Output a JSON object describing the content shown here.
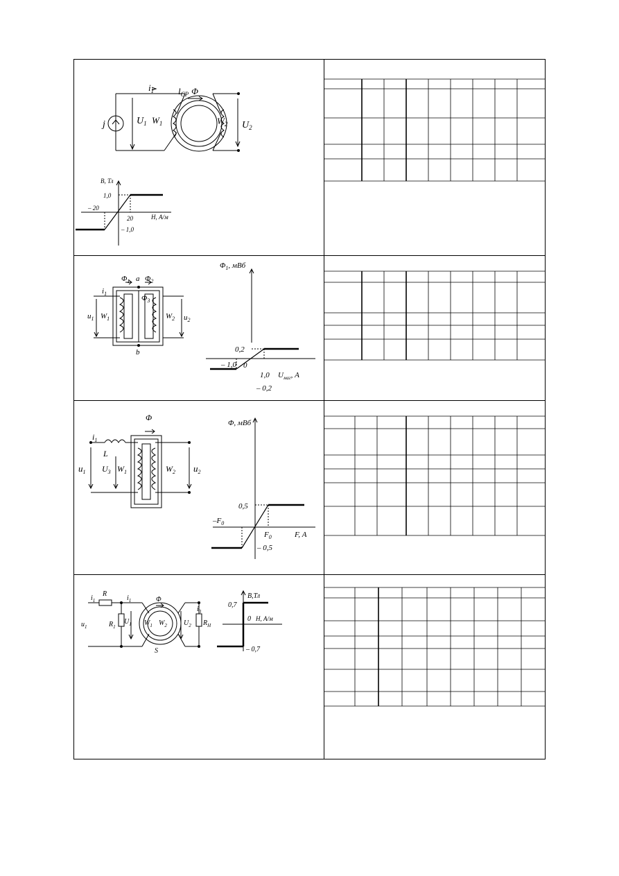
{
  "variants": [
    {
      "id": "variant-1",
      "labels": {
        "i1": "i",
        "i1_sub": "1",
        "lcp": "l",
        "lcp_sub": "CP",
        "phi": "Φ",
        "j": "j",
        "U1": "U",
        "U1_sub": "1",
        "W1": "W",
        "W1_sub": "1",
        "W2": "W",
        "W2_sub": "2",
        "U2": "U",
        "U2_sub": "2"
      },
      "graph": {
        "y_axis_label": "B, Тл",
        "x_axis_label": "H, А/м",
        "y_pos": "1,0",
        "y_neg": "– 1,0",
        "x_neg": "– 20",
        "x_pos": "20"
      }
    },
    {
      "id": "variant-2",
      "labels": {
        "phi1": "Φ",
        "phi1_sub": "1",
        "phi2": "Φ",
        "phi2_sub": "2",
        "phi3": "Φ",
        "phi3_sub": "3",
        "a": "a",
        "b": "b",
        "i1": "i",
        "i1_sub": "1",
        "u1": "u",
        "u1_sub": "1",
        "W1": "W",
        "W1_sub": "1",
        "W2": "W",
        "W2_sub": "2",
        "u2": "u",
        "u2_sub": "2"
      },
      "graph": {
        "y_axis_label": "Φ",
        "y_axis_label_sub": "1",
        "y_axis_label_unit": ", мВб",
        "x_axis_label": "U",
        "x_axis_label_sub": "маг",
        "x_axis_label_unit": ", А",
        "y_pos": "0,2",
        "y_neg": "– 0,2",
        "x_neg": "– 1,0",
        "x_pos": "1,0",
        "origin": "0"
      }
    },
    {
      "id": "variant-3",
      "labels": {
        "phi": "Φ",
        "i1": "i",
        "i1_sub": "1",
        "L": "L",
        "u1": "u",
        "u1_sub": "1",
        "U3": "U",
        "U3_sub": "3",
        "W1": "W",
        "W1_sub": "1",
        "W2": "W",
        "W2_sub": "2",
        "u2": "u",
        "u2_sub": "2"
      },
      "graph": {
        "y_axis_label": "Φ, мВб",
        "x_axis_label": "F, А",
        "y_pos": "0,5",
        "y_neg": "– 0,5",
        "x_neg": "–F",
        "x_neg_sub": "0",
        "x_pos": "F",
        "x_pos_sub": "0"
      }
    },
    {
      "id": "variant-4",
      "labels": {
        "i1": "i",
        "i1_sub": "1",
        "R": "R",
        "i1b": "i",
        "i1b_sub": "1",
        "phi": "Φ",
        "i3": "i",
        "i3_sub": "3",
        "u1": "u",
        "u1_sub": "1",
        "R1": "R",
        "R1_sub": "1",
        "U1": "U",
        "U1_sub": "1",
        "W1": "W",
        "W1_sub": "1",
        "W2": "W",
        "W2_sub": "2",
        "U2": "U",
        "U2_sub": "2",
        "RH": "R",
        "RH_sub": "H",
        "S": "S"
      },
      "graph": {
        "y_axis_label": "B,Тл",
        "x_axis_label": "H, А/м",
        "y_pos": "0,7",
        "y_neg": "– 0,7",
        "origin": "0"
      }
    }
  ]
}
